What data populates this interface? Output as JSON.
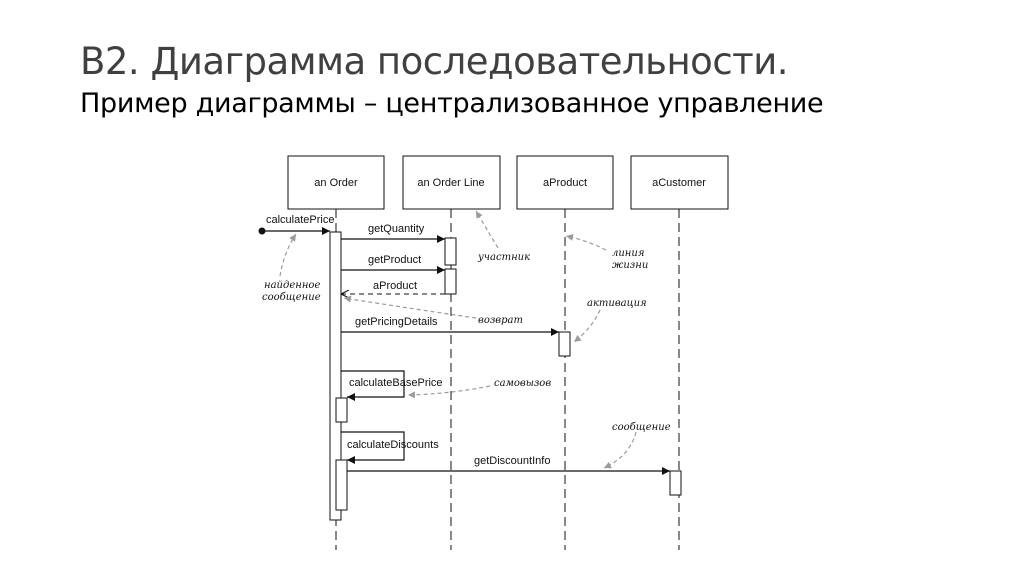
{
  "slide": {
    "title": "В2. Диаграмма последовательности.",
    "subtitle": "Пример диаграммы – централизованное управление"
  },
  "diagram": {
    "participants": [
      {
        "id": "order",
        "label": "an Order"
      },
      {
        "id": "orderline",
        "label": "an Order Line"
      },
      {
        "id": "product",
        "label": "aProduct"
      },
      {
        "id": "customer",
        "label": "aCustomer"
      }
    ],
    "messages": [
      {
        "id": "calculatePrice",
        "label": "calculatePrice",
        "kind": "found"
      },
      {
        "id": "getQuantity",
        "label": "getQuantity",
        "kind": "call"
      },
      {
        "id": "getProduct",
        "label": "getProduct",
        "kind": "call"
      },
      {
        "id": "aProduct",
        "label": "aProduct",
        "kind": "return"
      },
      {
        "id": "getPricingDetails",
        "label": "getPricingDetails",
        "kind": "call"
      },
      {
        "id": "calculateBasePrice",
        "label": "calculateBasePrice",
        "kind": "self"
      },
      {
        "id": "calculateDiscounts",
        "label": "calculateDiscounts",
        "kind": "self"
      },
      {
        "id": "getDiscountInfo",
        "label": "getDiscountInfo",
        "kind": "call"
      }
    ],
    "annotations": {
      "found_message": [
        "найденное",
        "сообщение"
      ],
      "participant": "участник",
      "lifeline": [
        "линия",
        "жизни"
      ],
      "return": "возврат",
      "activation": "активация",
      "self_call": "самовызов",
      "message": "сообщение"
    },
    "colors": {
      "line": "#111111",
      "annotation_arrow": "#9a9a9a"
    }
  }
}
